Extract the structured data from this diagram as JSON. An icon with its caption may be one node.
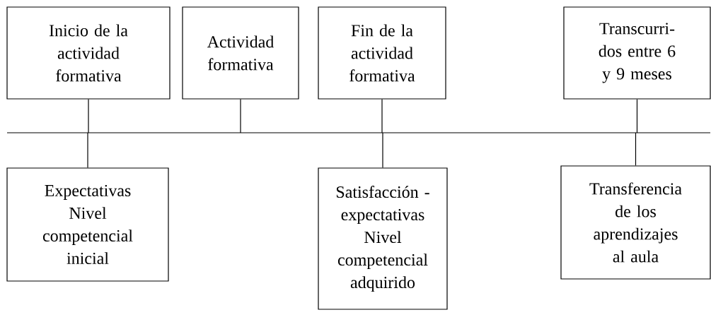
{
  "diagram": {
    "nodes": [
      {
        "text": [
          "Inicio de la actividad formativa"
        ]
      },
      {
        "text": [
          "Actividad formativa"
        ]
      },
      {
        "text": [
          "Fin de la actividad formativa"
        ]
      },
      {
        "text": [
          "Transcurri-dos entre 6 y 9 meses"
        ]
      },
      {
        "text": [],
        "shape": "bar"
      },
      {
        "text": [
          "Expectativas",
          "Nivel competencial inicial"
        ]
      },
      {
        "text": [
          "Satisfacción - expectativas",
          "Nivel competencial adquirido"
        ]
      },
      {
        "text": [
          "Transferencia de los aprendizajes al aula"
        ]
      }
    ],
    "edges": [
      {
        "from": 0,
        "to": 4,
        "arrow": "none"
      },
      {
        "from": 1,
        "to": 4,
        "arrow": "none"
      },
      {
        "from": 2,
        "to": 4,
        "arrow": "none"
      },
      {
        "from": 3,
        "to": 4,
        "arrow": "none"
      },
      {
        "from": 4,
        "to": 5,
        "arrow": "none"
      },
      {
        "from": 4,
        "to": 6,
        "arrow": "none"
      },
      {
        "from": 4,
        "to": 7,
        "arrow": "none"
      }
    ]
  }
}
